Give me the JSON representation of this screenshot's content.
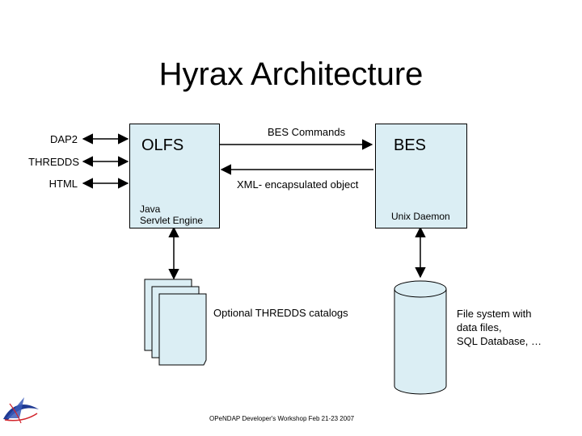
{
  "title": "Hyrax Architecture",
  "clients": [
    "DAP2",
    "THREDDS",
    "HTML"
  ],
  "olfs": {
    "label": "OLFS",
    "engine": "Java\nServlet Engine"
  },
  "bes": {
    "label": "BES",
    "daemon": "Unix Daemon"
  },
  "arrows": {
    "commands": "BES Commands",
    "response": "XML- encapsulated object"
  },
  "catalogs": "Optional THREDDS catalogs",
  "filesystem": "File system with\ndata files,\nSQL Database, …",
  "footer": "OPeNDAP Developer's Workshop Feb 21-23 2007",
  "colors": {
    "box_fill": "#dbeef4",
    "logo_blue": "#1f3a93",
    "logo_red": "#d2232a"
  }
}
